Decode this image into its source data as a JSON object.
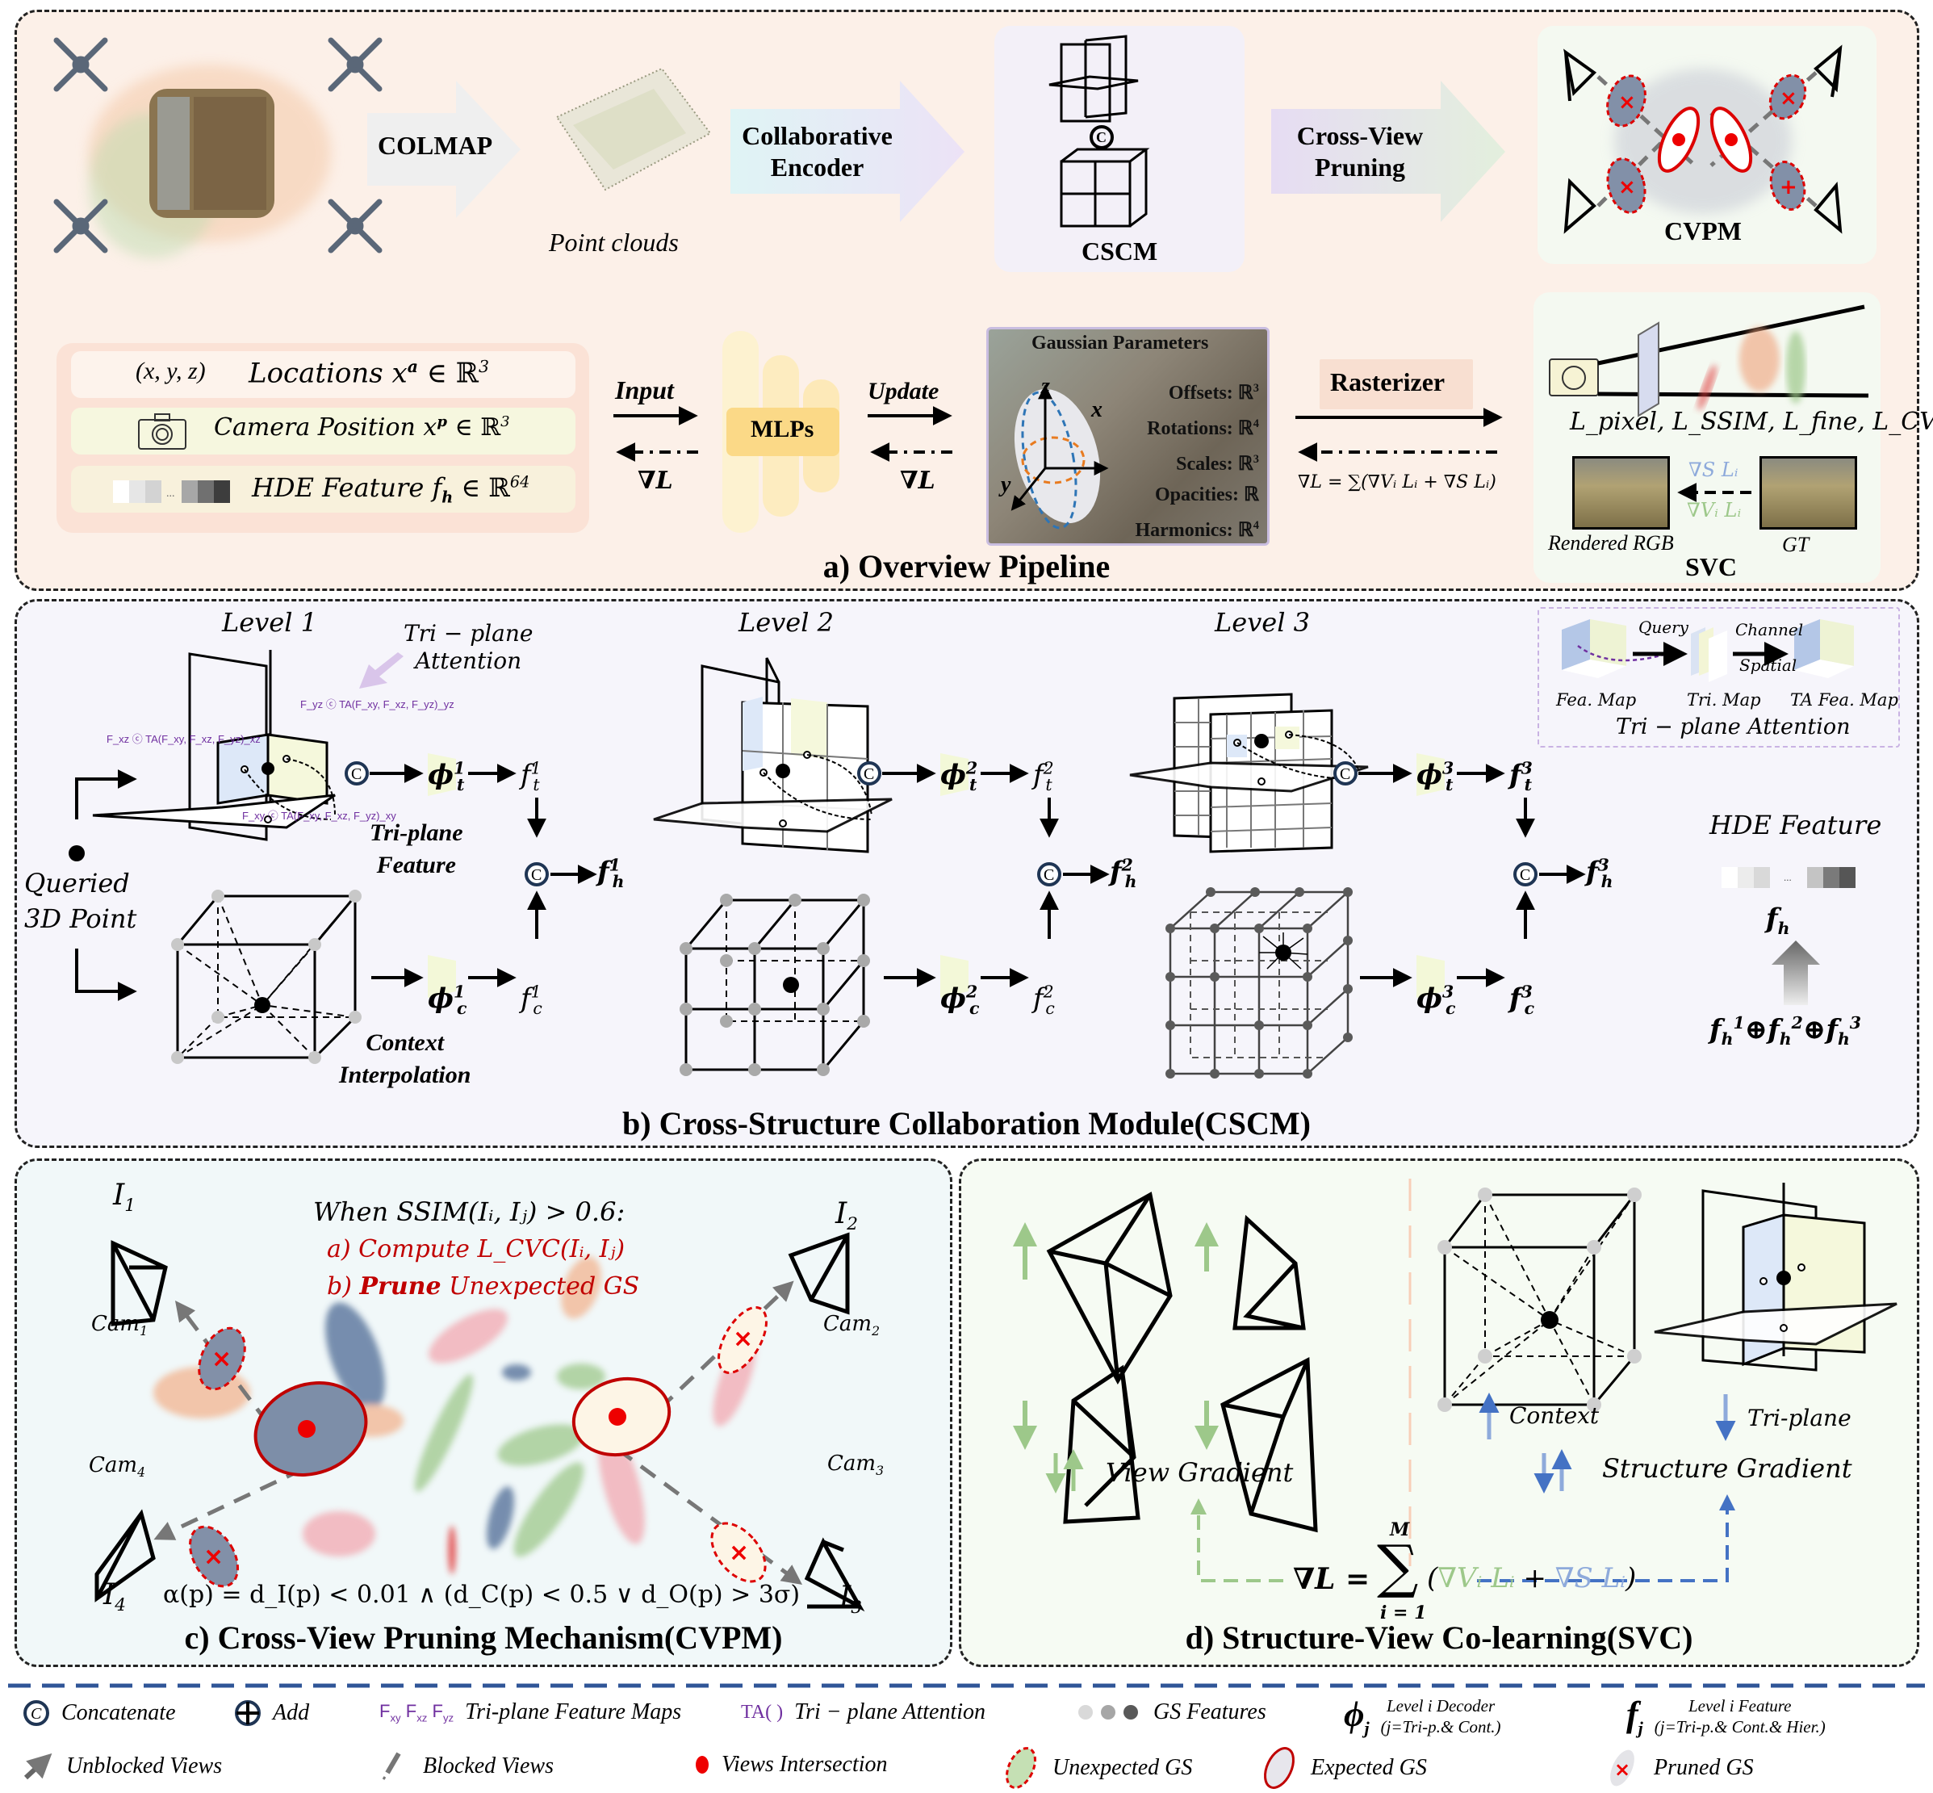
{
  "colors": {
    "panel_a_bg": "#fcf0e8",
    "panel_b_bg": "#f6f5fb",
    "panel_c_bg": "#f1f8f9",
    "panel_d_bg": "#f6fbf3",
    "accent_red": "#c00000",
    "view_gradient": "#9dc88a",
    "structure_gradient": "#8eaadb",
    "concat_ring": "#1f3554",
    "legend_divider": "#2f5597",
    "purple": "#7030a0"
  },
  "panel_a": {
    "title": "a) Overview Pipeline",
    "colmap_label": "COLMAP",
    "point_clouds_label": "Point clouds",
    "encoder_label_line1": "Collaborative",
    "encoder_label_line2": "Encoder",
    "cscm_label": "CSCM",
    "pruning_label_line1": "Cross-View",
    "pruning_label_line2": "Pruning",
    "cvpm_label": "CVPM",
    "inputs": [
      {
        "prefix": "(x, y, z)",
        "text": "Locations x",
        "sup": "a",
        "set": "∈ ℝ",
        "set_sup": "3"
      },
      {
        "prefix": "camera-icon",
        "text": "Camera Position x",
        "sup": "p",
        "set": "∈ ℝ",
        "set_sup": "3"
      },
      {
        "prefix": "hde-feature-strip",
        "text": "HDE Feature f",
        "sub": "h",
        "set": "∈ ℝ",
        "set_sup": "64"
      }
    ],
    "input_arrow_label": "Input",
    "grad_label": "∇L",
    "mlp_label": "MLPs",
    "update_arrow_label": "Update",
    "gaussian_params_title": "Gaussian Parameters",
    "gaussian_params": [
      {
        "name": "Offsets:",
        "space": "ℝ",
        "dim": "3"
      },
      {
        "name": "Rotations:",
        "space": "ℝ",
        "dim": "4"
      },
      {
        "name": "Scales:",
        "space": "ℝ",
        "dim": "3"
      },
      {
        "name": "Opacities:",
        "space": "ℝ",
        "dim": ""
      },
      {
        "name": "Harmonics:",
        "space": "ℝ",
        "dim": "4"
      }
    ],
    "axes": {
      "x": "x",
      "y": "y",
      "z": "z"
    },
    "rasterizer_label": "Rasterizer",
    "grad_sum_formula": "∇L = ∑(∇Vᵢ Lᵢ + ∇S Lᵢ)",
    "losses": "L_pixel, L_SSIM, L_fine, L_CVC",
    "svc_grad_structure": "∇S Lᵢ",
    "svc_grad_view": "∇Vᵢ Lᵢ",
    "rendered_label": "Rendered RGB",
    "gt_label": "GT",
    "svc_label": "SVC"
  },
  "panel_b": {
    "title": "b) Cross-Structure Collaboration Module(CSCM)",
    "levels": [
      "Level 1",
      "Level 2",
      "Level 3"
    ],
    "triplane_attention_callout_line1": "Tri − plane",
    "triplane_attention_callout_line2": "Attention",
    "ta_annotations": {
      "yz": "F_yz ⓒ TA(F_xy, F_xz, F_yz)_yz",
      "xz": "F_xz ⓒ TA(F_xy, F_xz, F_yz)_xz",
      "xy": "F_xy ⓒ TA(F_xy, F_xz, F_yz)_xy"
    },
    "triplane_feature_line1": "Tri-plane",
    "triplane_feature_line2": "Feature",
    "context_interp_line1": "Context",
    "context_interp_line2": "Interpolation",
    "queried_point_line1": "Queried",
    "queried_point_line2": "3D Point",
    "decoders_t": [
      "ϕt1",
      "ϕt2",
      "ϕt3"
    ],
    "decoders_c": [
      "ϕc1",
      "ϕc2",
      "ϕc3"
    ],
    "features_t": [
      "ft1",
      "ft2",
      "ft3"
    ],
    "features_c": [
      "fc1",
      "fc2",
      "fc3"
    ],
    "features_h": [
      "fh1",
      "fh2",
      "fh3"
    ],
    "attention_legend": {
      "fea_map": "Fea. Map",
      "query": "Query",
      "tri_map": "Tri. Map",
      "channel": "Channel",
      "spatial": "Spatial",
      "ta_fea_map": "TA Fea. Map",
      "caption": "Tri − plane Attention"
    },
    "hde_feature_title": "HDE Feature",
    "hde_symbol": "f_h",
    "hde_sum": "f_h^1 ⊕ f_h^2 ⊕ f_h^3"
  },
  "panel_c": {
    "title": "c) Cross-View Pruning Mechanism(CVPM)",
    "condition": "When SSIM(Iᵢ, Iⱼ) > 0.6:",
    "step_a": "a) Compute L_CVC(Iᵢ, Iⱼ)",
    "step_b_prefix": "b)",
    "step_b_bold": "Prune",
    "step_b_rest": "Unexpected GS",
    "images": [
      "I1",
      "I2",
      "I3",
      "I4"
    ],
    "cams": [
      "Cam1",
      "Cam2",
      "Cam3",
      "Cam4"
    ],
    "formula": "α(p) = d_I(p) < 0.01 ∧ (d_C(p) < 0.5 ∨ d_O(p) > 3σ)"
  },
  "panel_d": {
    "title": "d) Structure-View Co-learning(SVC)",
    "view_gradient": "View Gradient",
    "structure_gradient": "Structure Gradient",
    "context_label": "Context",
    "triplane_label": "Tri-plane",
    "formula_lhs": "∇L =",
    "sum_top": "M",
    "sum_bottom": "i = 1",
    "formula_view": "∇Vᵢ Lᵢ",
    "formula_plus": "+",
    "formula_struct": "∇S Lᵢ"
  },
  "legend": {
    "row1": [
      {
        "icon": "concat-icon",
        "label": "Concatenate"
      },
      {
        "icon": "add-icon",
        "label": "Add"
      },
      {
        "icon": "triplane-maps-icon",
        "symbol": "Fxy Fxz Fyz",
        "label": "Tri-plane Feature Maps"
      },
      {
        "icon": "ta-icon",
        "symbol": "TA( )",
        "label": "Tri − plane  Attention"
      },
      {
        "icon": "gs-features-icon",
        "label": "GS Features"
      },
      {
        "icon": "decoder-icon",
        "symbol": "ϕ",
        "label_line1": "Level i Decoder",
        "label_line2": "(j=Tri-p.& Cont.)"
      },
      {
        "icon": "feature-icon",
        "symbol": "f",
        "label_line1": "Level i Feature",
        "label_line2": "(j=Tri-p.& Cont.& Hier.)"
      }
    ],
    "row2": [
      {
        "icon": "unblocked-arrow-icon",
        "label": "Unblocked Views"
      },
      {
        "icon": "blocked-arrow-icon",
        "label": "Blocked Views"
      },
      {
        "icon": "intersection-dot-icon",
        "label": "Views Intersection"
      },
      {
        "icon": "unexpected-gs-icon",
        "label": "Unexpected GS"
      },
      {
        "icon": "expected-gs-icon",
        "label": "Expected GS"
      },
      {
        "icon": "pruned-gs-icon",
        "label": "Pruned GS"
      }
    ]
  }
}
